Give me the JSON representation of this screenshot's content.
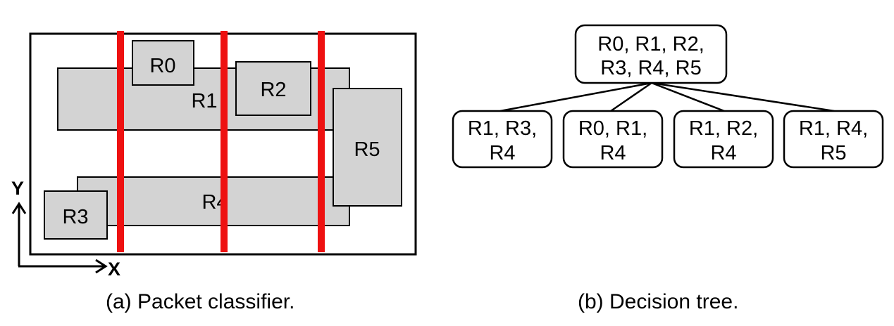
{
  "classifier": {
    "rules": {
      "r0": "R0",
      "r1": "R1",
      "r2": "R2",
      "r3": "R3",
      "r4": "R4",
      "r5": "R5"
    },
    "axes": {
      "x": "X",
      "y": "Y"
    },
    "cut_count": 3,
    "cut_color": "#ee1111",
    "rule_fill": "#d3d3d3",
    "caption": "(a) Packet classifier."
  },
  "tree": {
    "root": {
      "line1": "R0, R1, R2,",
      "line2": "R3, R4, R5"
    },
    "children": [
      {
        "line1": "R1, R3,",
        "line2": "R4"
      },
      {
        "line1": "R0, R1,",
        "line2": "R4"
      },
      {
        "line1": "R1, R2,",
        "line2": "R4"
      },
      {
        "line1": "R1, R4,",
        "line2": "R5"
      }
    ],
    "caption": "(b) Decision tree."
  }
}
